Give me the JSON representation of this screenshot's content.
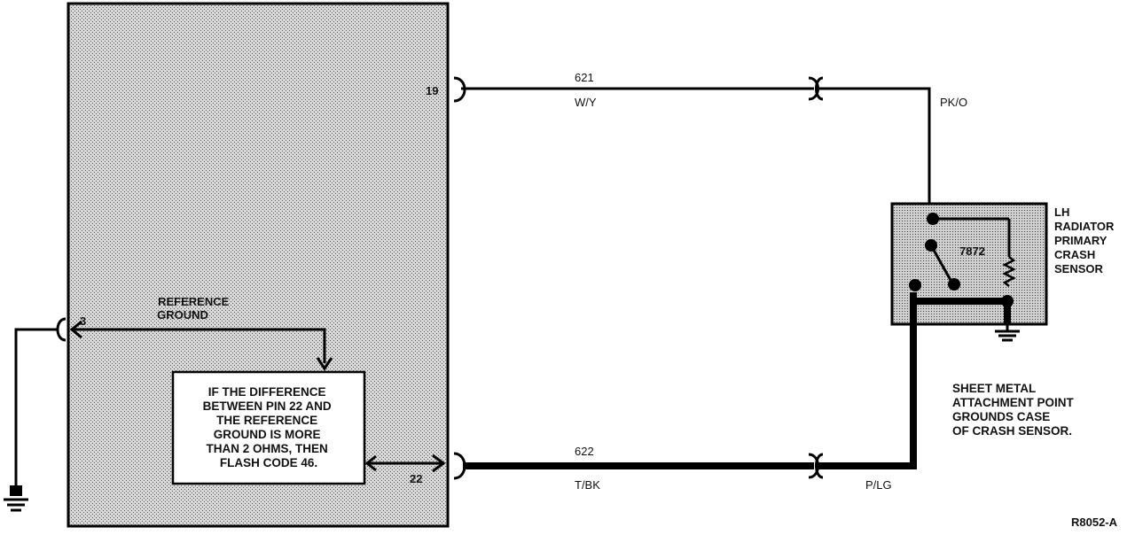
{
  "pin_labels": {
    "pin_19": "19",
    "pin_3": "3",
    "pin_22": "22"
  },
  "wires": {
    "top_circuit": "621",
    "top_color": "W/Y",
    "sensor_in_color": "PK/O",
    "bottom_circuit": "622",
    "bottom_color": "T/BK",
    "sensor_out_color": "P/LG"
  },
  "reference_ground": {
    "line1": "REFERENCE",
    "line2": "GROUND"
  },
  "instruction_box": {
    "lines": [
      "IF THE DIFFERENCE",
      "BETWEEN PIN 22 AND",
      "THE REFERENCE",
      "GROUND IS MORE",
      "THAN 2 OHMS, THEN",
      "FLASH CODE 46."
    ]
  },
  "sensor": {
    "part_number": "7872",
    "name_lines": [
      "LH",
      "RADIATOR",
      "PRIMARY",
      "CRASH",
      "SENSOR"
    ]
  },
  "sheet_metal_note": {
    "lines": [
      "SHEET METAL",
      "ATTACHMENT POINT",
      "GROUNDS CASE",
      "OF CRASH SENSOR."
    ]
  },
  "figure_id": "R8052-A"
}
